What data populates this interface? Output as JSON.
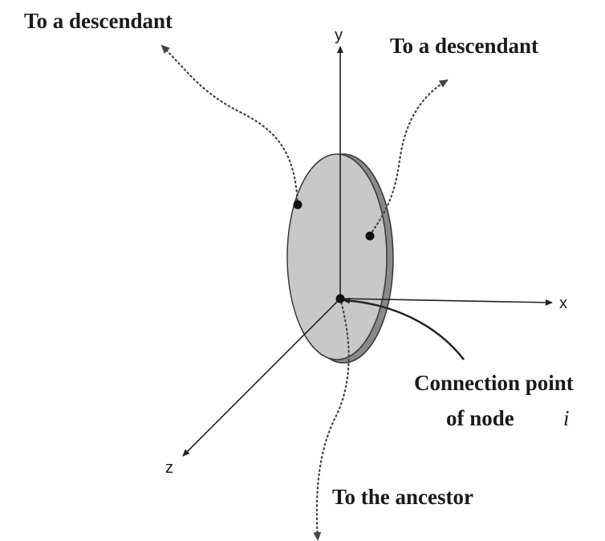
{
  "labels": {
    "descendant_left": "To a descendant",
    "descendant_right": "To a descendant",
    "ancestor": "To the ancestor",
    "connection_line1": "Connection point",
    "connection_line2": "of node",
    "node_var": "i"
  },
  "axes": {
    "x": "x",
    "y": "y",
    "z": "z"
  },
  "colors": {
    "disk_fill": "#c9c9c9",
    "disk_rim": "#8a8a8a",
    "ink": "#222222"
  }
}
